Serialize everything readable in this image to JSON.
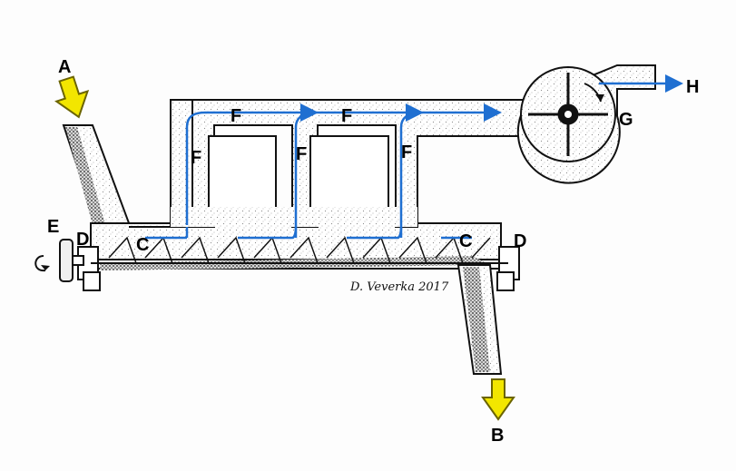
{
  "labels": {
    "A": "A",
    "B": "B",
    "C": "C",
    "D": "D",
    "E": "E",
    "F": "F",
    "G": "G",
    "H": "H"
  },
  "signature": "D. Veverka 2017",
  "colors": {
    "flow_arrow": "#1f6fd1",
    "material_arrow": "#f2e600",
    "material_arrow_outline": "#6b6400",
    "outline": "#111111",
    "speckle": "#888888"
  },
  "icons": {
    "inlet_arrow": "down-arrow-icon",
    "outlet_arrow": "down-arrow-icon",
    "fan": "centrifugal-fan-icon",
    "handwheel": "handwheel-icon",
    "rotation": "rotation-arrow-icon"
  }
}
